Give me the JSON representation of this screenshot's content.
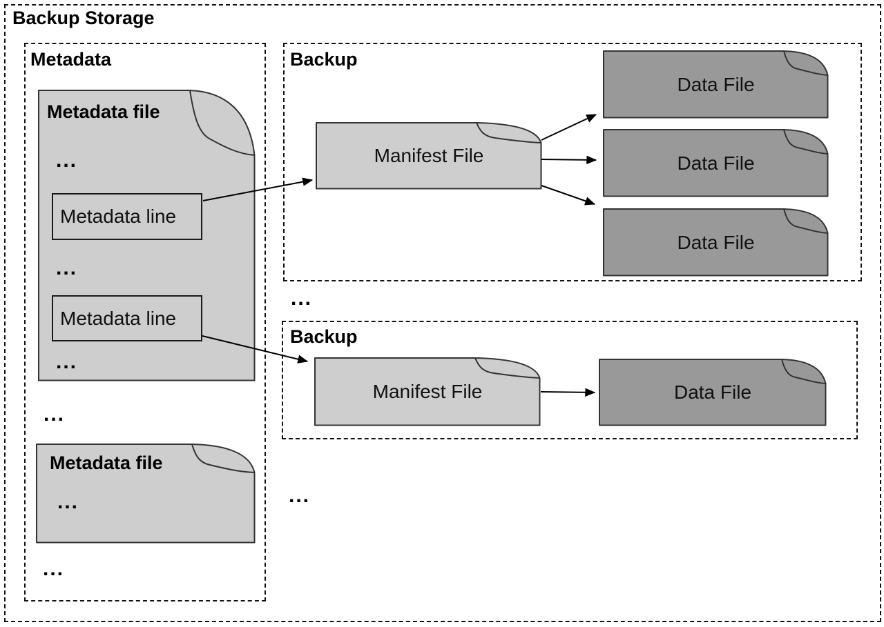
{
  "diagram": {
    "title": "Backup Storage",
    "ellipsis": "...",
    "metadata": {
      "label": "Metadata",
      "file1": {
        "title": "Metadata file",
        "line1": "Metadata line",
        "line2": "Metadata line"
      },
      "file2": {
        "title": "Metadata file"
      }
    },
    "backup1": {
      "label": "Backup",
      "manifest_label": "Manifest File",
      "data_files": [
        "Data File",
        "Data File",
        "Data File"
      ]
    },
    "backup2": {
      "label": "Backup",
      "manifest_label": "Manifest File",
      "data_files": [
        "Data File"
      ]
    },
    "colors": {
      "doc_light": "#cecece",
      "doc_dark": "#999999",
      "border": "#333333"
    }
  }
}
